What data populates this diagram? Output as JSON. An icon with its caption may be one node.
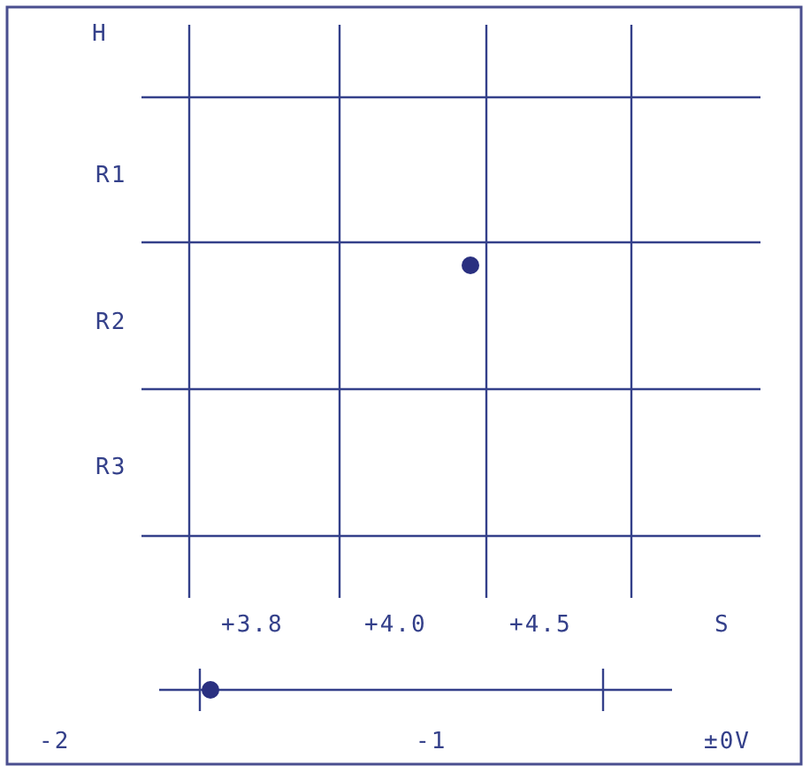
{
  "diagram": {
    "labels": [
      "H",
      "R1",
      "R2",
      "R3",
      "+3.8",
      "+4.0",
      "+4.5",
      "S",
      "-2",
      "-1",
      "±0V"
    ]
  }
}
